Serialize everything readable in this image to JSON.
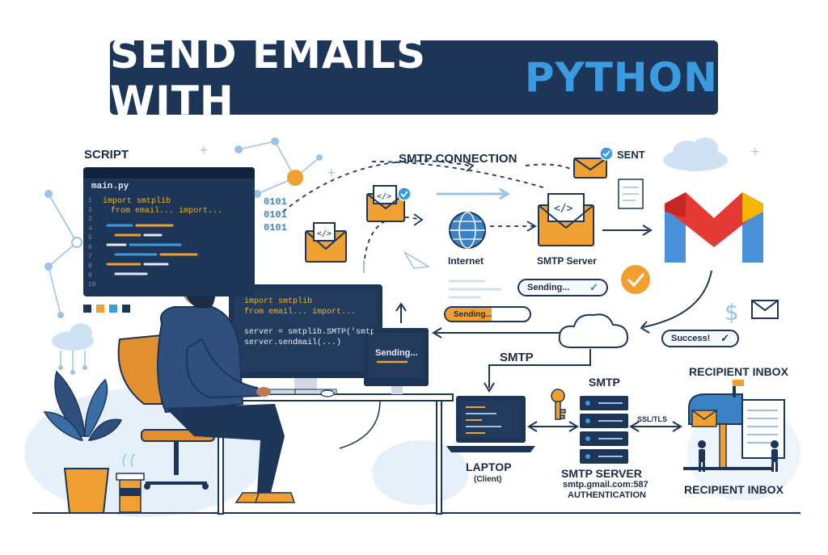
{
  "title": {
    "part1": "SEND EMAILS WITH",
    "part2": "PYTHON"
  },
  "script_panel": {
    "label": "SCRIPT",
    "filename": "main.py",
    "line_numbers": [
      "1",
      "2",
      "3",
      "4",
      "5",
      "6",
      "7",
      "8",
      "9",
      "10"
    ],
    "code": [
      "import smtplib",
      "from email... import..."
    ]
  },
  "monitor": {
    "code": [
      "import smtplib",
      "from email... import...",
      "server = smtplib.SMTP('smtp.gmail",
      "server.sendmail(...)"
    ]
  },
  "small_screen": {
    "text": "Sending..."
  },
  "binary": [
    "0101",
    "0101",
    "0101"
  ],
  "labels": {
    "smtp_connection": "SMTP CONNECTION",
    "sent": "SENT",
    "internet": "Internet",
    "smtp_server_top": "SMTP Server",
    "smtp_left": "SMTP",
    "smtp_mid": "SMTP",
    "recipient_inbox_top": "RECIPIENT INBOX",
    "recipient_inbox_bottom": "RECIPIENT INBOX",
    "laptop": "LAPTOP",
    "laptop_sub": "(Client)",
    "smtp_server_bottom": "SMTP SERVER",
    "smtp_host": "smtp.gmail.com:587",
    "authentication": "AUTHENTICATION",
    "ssl_tls": "SSL/TLS"
  },
  "status": {
    "sending_top": "Sending...",
    "sending_bar": "Sending...",
    "sending_bar_progress": 0.55,
    "success": "Success!"
  },
  "icons": [
    "envelope-icon",
    "code-icon",
    "check-icon",
    "globe-icon",
    "gmail-logo",
    "cloud-icon",
    "key-icon",
    "server-icon",
    "mailbox-icon",
    "laptop-icon",
    "dollar-icon",
    "plant-icon",
    "coffee-cup-icon",
    "person-icon"
  ],
  "colors": {
    "navy": "#1d3557",
    "accent_blue": "#3b9be0",
    "orange": "#f0a030",
    "gmail_red": "#e53935",
    "gmail_blue": "#4a90d9"
  }
}
